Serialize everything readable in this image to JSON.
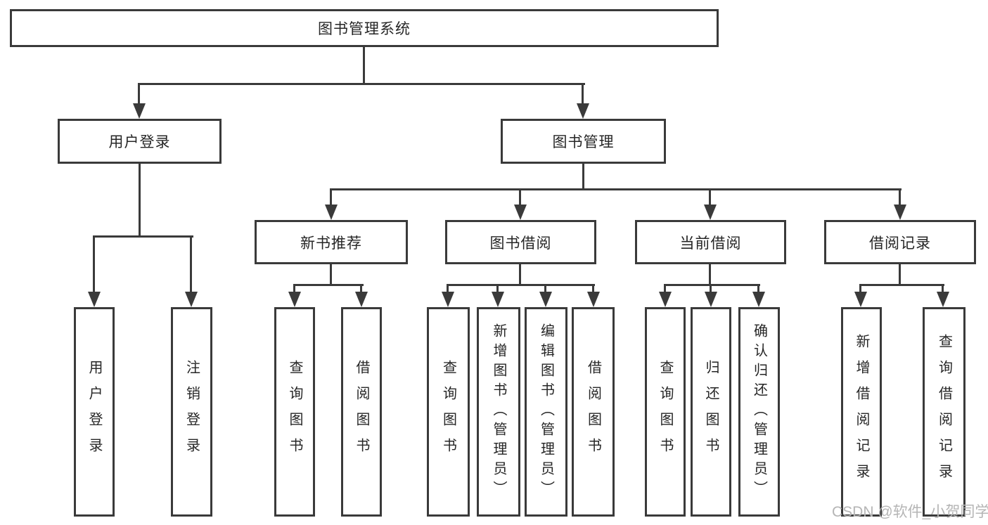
{
  "tree": {
    "label": "图书管理系统",
    "children": [
      {
        "label": "用户登录",
        "children": [
          {
            "label": "用户登录"
          },
          {
            "label": "注销登录"
          }
        ]
      },
      {
        "label": "图书管理",
        "children": [
          {
            "label": "新书推荐",
            "children": [
              {
                "label": "查询图书"
              },
              {
                "label": "借阅图书"
              }
            ]
          },
          {
            "label": "图书借阅",
            "children": [
              {
                "label": "查询图书"
              },
              {
                "label": "新增图书（管理员）"
              },
              {
                "label": "编辑图书（管理员）"
              },
              {
                "label": "借阅图书"
              }
            ]
          },
          {
            "label": "当前借阅",
            "children": [
              {
                "label": "查询图书"
              },
              {
                "label": "归还图书"
              },
              {
                "label": "确认归还（管理员）"
              }
            ]
          },
          {
            "label": "借阅记录",
            "children": [
              {
                "label": "新增借阅记录"
              },
              {
                "label": "查询借阅记录"
              }
            ]
          }
        ]
      }
    ]
  },
  "watermark": "CSDN @软件_小贺同学",
  "colors": {
    "line": "#3a3a3a",
    "text": "#262626",
    "background": "#ffffff",
    "watermark": "#b5b5b5"
  }
}
